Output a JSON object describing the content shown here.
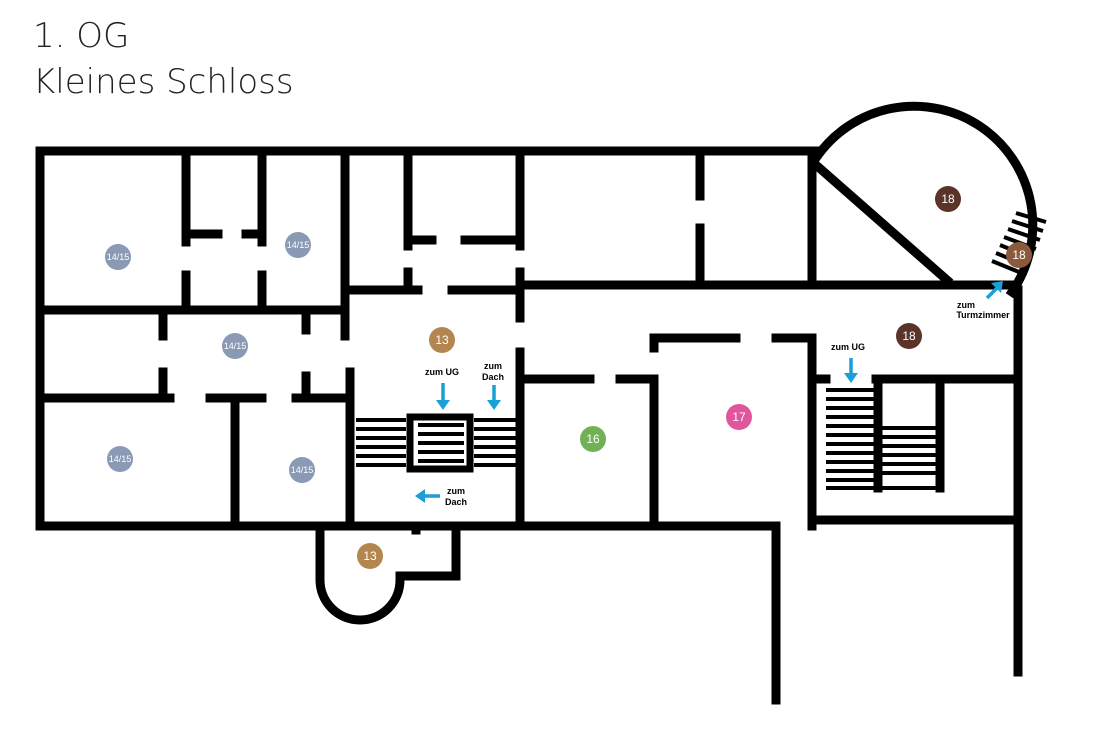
{
  "header": {
    "floor": "1. OG",
    "building": "Kleines Schloss"
  },
  "colors": {
    "wall": "#000000",
    "room_blue_grey": "#8a99b4",
    "room_tan": "#b38650",
    "room_green": "#72b056",
    "room_pink": "#e1559c",
    "room_dark_brown": "#5a3429",
    "arrow": "#1a9fd6"
  },
  "rooms": [
    {
      "id": "r1",
      "label": "14/15",
      "color": "#8a99b4"
    },
    {
      "id": "r2",
      "label": "14/15",
      "color": "#8a99b4"
    },
    {
      "id": "r3",
      "label": "14/15",
      "color": "#8a99b4"
    },
    {
      "id": "r4",
      "label": "14/15",
      "color": "#8a99b4"
    },
    {
      "id": "r5",
      "label": "14/15",
      "color": "#8a99b4"
    },
    {
      "id": "r6",
      "label": "13",
      "color": "#b38650"
    },
    {
      "id": "r7",
      "label": "13",
      "color": "#b38650"
    },
    {
      "id": "r8",
      "label": "16",
      "color": "#72b056"
    },
    {
      "id": "r9",
      "label": "17",
      "color": "#e1559c"
    },
    {
      "id": "r10",
      "label": "18",
      "color": "#5a3429"
    },
    {
      "id": "r11",
      "label": "18",
      "color": "#8b5a3c"
    },
    {
      "id": "r12",
      "label": "18",
      "color": "#5a3429"
    }
  ],
  "notes": [
    {
      "id": "n1",
      "lines": [
        "zum UG"
      ]
    },
    {
      "id": "n2",
      "lines": [
        "zum",
        "Dach"
      ]
    },
    {
      "id": "n3",
      "lines": [
        "zum",
        "Dach"
      ]
    },
    {
      "id": "n4",
      "lines": [
        "zum UG"
      ]
    },
    {
      "id": "n5",
      "lines": [
        "zum",
        "Turmzimmer"
      ]
    }
  ]
}
